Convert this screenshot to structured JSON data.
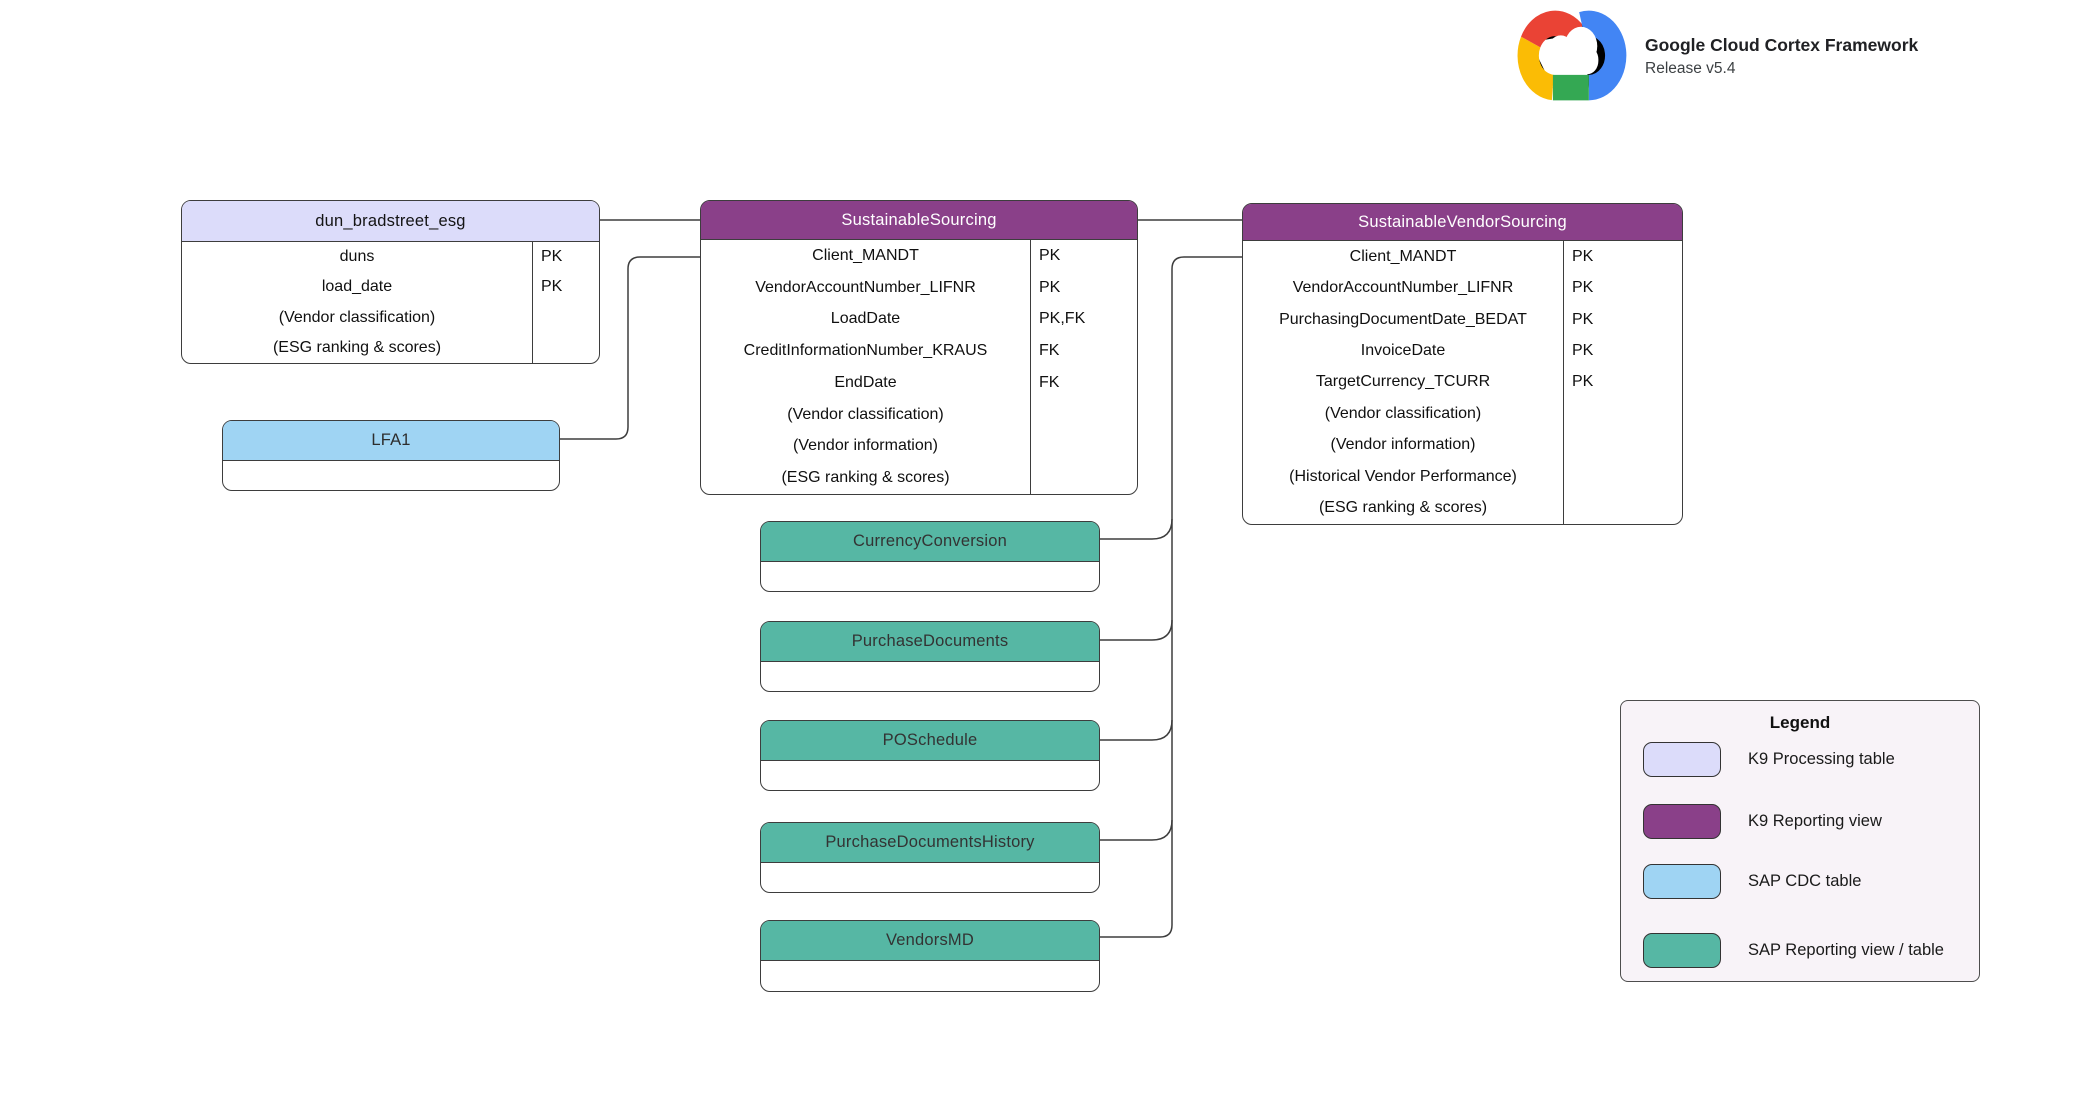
{
  "header": {
    "title": "Google Cloud Cortex Framework",
    "subtitle": "Release v5.4"
  },
  "colors": {
    "k9_processing": "#dcdcfa",
    "k9_reporting": "#8a4089",
    "sap_cdc": "#9fd4f3",
    "sap_reporting": "#56b7a4",
    "legend_bg": "#f8f3f8",
    "line": "#3d3d3d",
    "logo_red": "#ea4335",
    "logo_blue": "#4285f4",
    "logo_green": "#34a853",
    "logo_yellow": "#fbbc05"
  },
  "tables": {
    "dun_bradstreet_esg": {
      "title": "dun_bradstreet_esg",
      "type": "K9 Processing table",
      "rows": [
        {
          "field": "duns",
          "key": "PK"
        },
        {
          "field": "load_date",
          "key": "PK"
        },
        {
          "field": "(Vendor classification)",
          "key": ""
        },
        {
          "field": "(ESG ranking & scores)",
          "key": ""
        }
      ]
    },
    "lfa1": {
      "title": "LFA1",
      "type": "SAP CDC table",
      "rows": []
    },
    "sustainable_sourcing": {
      "title": "SustainableSourcing",
      "type": "K9 Reporting view",
      "rows": [
        {
          "field": "Client_MANDT",
          "key": "PK"
        },
        {
          "field": "VendorAccountNumber_LIFNR",
          "key": "PK"
        },
        {
          "field": "LoadDate",
          "key": "PK,FK"
        },
        {
          "field": "CreditInformationNumber_KRAUS",
          "key": "FK"
        },
        {
          "field": "EndDate",
          "key": "FK"
        },
        {
          "field": "(Vendor classification)",
          "key": ""
        },
        {
          "field": "(Vendor information)",
          "key": ""
        },
        {
          "field": "(ESG ranking & scores)",
          "key": ""
        }
      ]
    },
    "sustainable_vendor_sourcing": {
      "title": "SustainableVendorSourcing",
      "type": "K9 Reporting view",
      "rows": [
        {
          "field": "Client_MANDT",
          "key": "PK"
        },
        {
          "field": "VendorAccountNumber_LIFNR",
          "key": "PK"
        },
        {
          "field": "PurchasingDocumentDate_BEDAT",
          "key": "PK"
        },
        {
          "field": "InvoiceDate",
          "key": "PK"
        },
        {
          "field": "TargetCurrency_TCURR",
          "key": "PK"
        },
        {
          "field": "(Vendor classification)",
          "key": ""
        },
        {
          "field": "(Vendor information)",
          "key": ""
        },
        {
          "field": "(Historical Vendor Performance)",
          "key": ""
        },
        {
          "field": "(ESG ranking & scores)",
          "key": ""
        }
      ]
    },
    "currency_conversion": {
      "title": "CurrencyConversion",
      "type": "SAP Reporting view / table",
      "rows": []
    },
    "purchase_documents": {
      "title": "PurchaseDocuments",
      "type": "SAP Reporting view / table",
      "rows": []
    },
    "po_schedule": {
      "title": "POSchedule",
      "type": "SAP Reporting view / table",
      "rows": []
    },
    "purchase_documents_history": {
      "title": "PurchaseDocumentsHistory",
      "type": "SAP Reporting view / table",
      "rows": []
    },
    "vendors_md": {
      "title": "VendorsMD",
      "type": "SAP Reporting view / table",
      "rows": []
    }
  },
  "legend": {
    "title": "Legend",
    "items": [
      {
        "label": "K9 Processing table",
        "color": "#dcdcfa"
      },
      {
        "label": "K9 Reporting view",
        "color": "#8a4089"
      },
      {
        "label": "SAP CDC table",
        "color": "#9fd4f3"
      },
      {
        "label": "SAP Reporting view / table",
        "color": "#56b7a4"
      }
    ]
  }
}
